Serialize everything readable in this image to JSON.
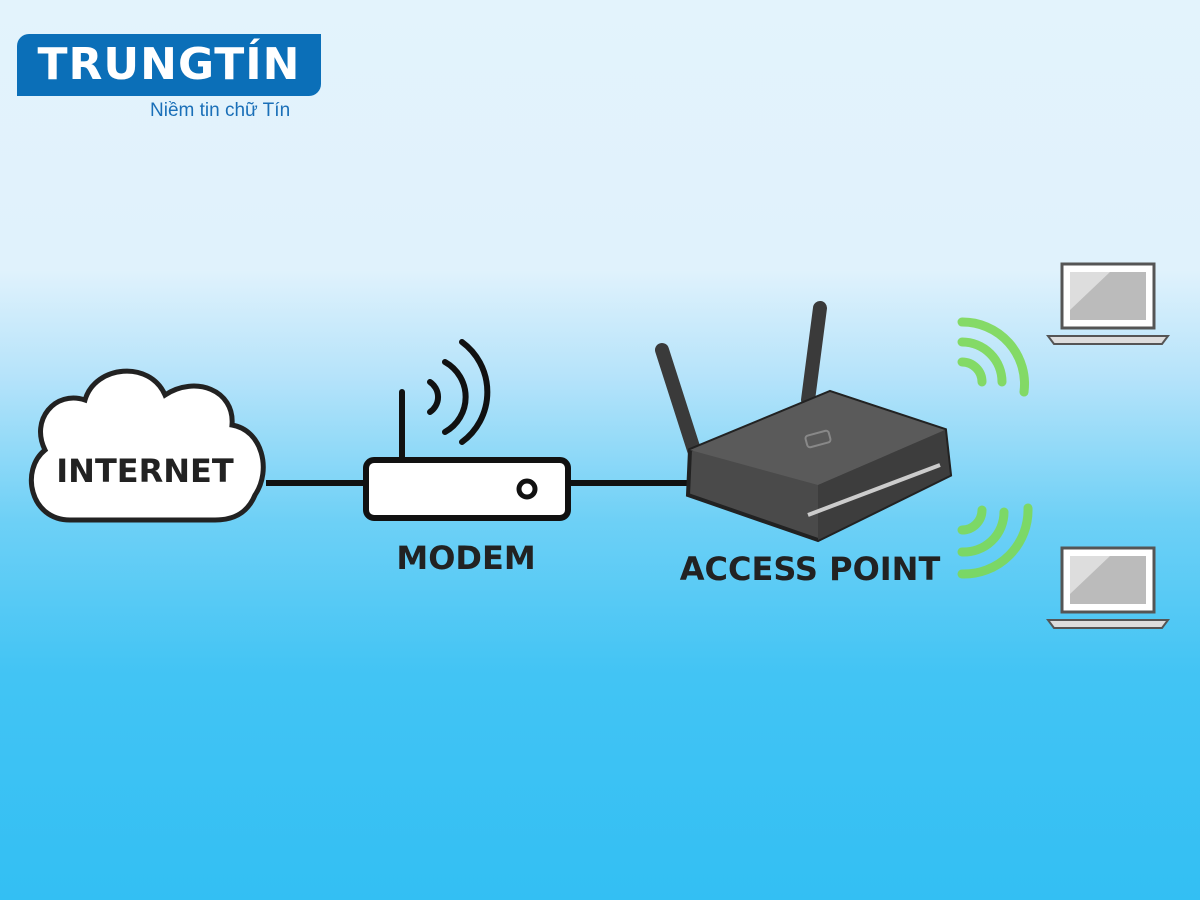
{
  "logo": {
    "brand": "TRUNGTÍN",
    "slogan": "Niềm tin chữ Tín"
  },
  "diagram": {
    "nodes": [
      {
        "id": "internet",
        "label": "INTERNET",
        "icon": "cloud-icon"
      },
      {
        "id": "modem",
        "label": "MODEM",
        "icon": "modem-icon"
      },
      {
        "id": "access_point",
        "label": "ACCESS POINT",
        "icon": "router-icon"
      },
      {
        "id": "laptop1",
        "label": "",
        "icon": "laptop-icon"
      },
      {
        "id": "laptop2",
        "label": "",
        "icon": "laptop-icon"
      }
    ],
    "edges": [
      [
        "internet",
        "modem"
      ],
      [
        "modem",
        "access_point"
      ],
      [
        "access_point",
        "laptop1"
      ],
      [
        "access_point",
        "laptop2"
      ]
    ],
    "colors": {
      "wifi": "#7ed957",
      "line": "#111111",
      "brand": "#0b6fb8"
    }
  }
}
